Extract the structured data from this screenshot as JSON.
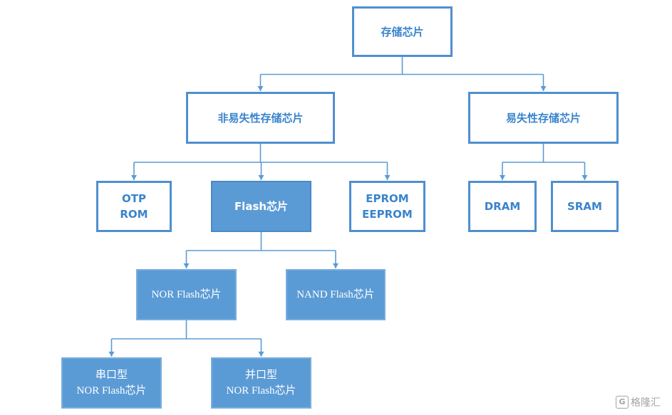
{
  "nodes": {
    "root": [
      "存储芯片"
    ],
    "non_volatile": [
      "非易失性存储芯片"
    ],
    "volatile": [
      "易失性存储芯片"
    ],
    "otp_rom": [
      "OTP",
      "ROM"
    ],
    "flash": [
      "Flash芯片"
    ],
    "eprom": [
      "EPROM",
      "EEPROM"
    ],
    "dram": [
      "DRAM"
    ],
    "sram": [
      "SRAM"
    ],
    "nor_flash": [
      "NOR Flash芯片"
    ],
    "nand_flash": [
      "NAND Flash芯片"
    ],
    "serial_nor": [
      "串口型",
      "NOR Flash芯片"
    ],
    "parallel_nor": [
      "并口型",
      "NOR Flash芯片"
    ]
  },
  "edges": [
    [
      "root",
      "non_volatile"
    ],
    [
      "root",
      "volatile"
    ],
    [
      "non_volatile",
      "otp_rom"
    ],
    [
      "non_volatile",
      "flash"
    ],
    [
      "non_volatile",
      "eprom"
    ],
    [
      "volatile",
      "dram"
    ],
    [
      "volatile",
      "sram"
    ],
    [
      "flash",
      "nor_flash"
    ],
    [
      "flash",
      "nand_flash"
    ],
    [
      "nor_flash",
      "serial_nor"
    ],
    [
      "nor_flash",
      "parallel_nor"
    ]
  ],
  "colors": {
    "line": "#5b9bd5",
    "fill": "#5b9bd5",
    "outline": "#4f8fd0",
    "outline_text": "#3a84cc"
  },
  "watermark": {
    "badge": "G",
    "text": "格隆汇"
  }
}
